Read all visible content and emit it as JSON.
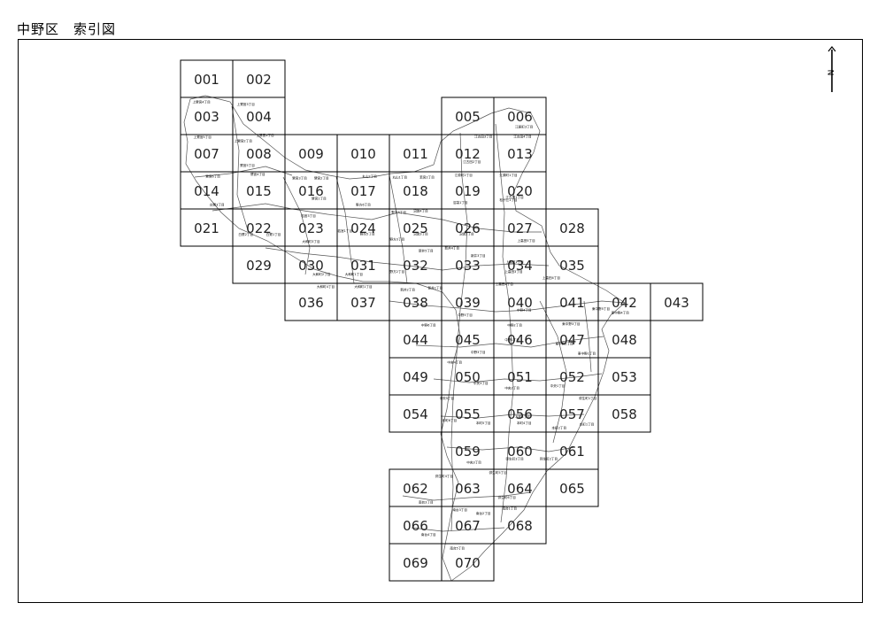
{
  "header": {
    "title": "中野区　索引図"
  },
  "north_arrow": {
    "label": "N"
  },
  "grid": {
    "sheets": [
      {
        "id": "001",
        "col": 0,
        "row": 0
      },
      {
        "id": "002",
        "col": 1,
        "row": 0
      },
      {
        "id": "003",
        "col": 0,
        "row": 1
      },
      {
        "id": "004",
        "col": 1,
        "row": 1
      },
      {
        "id": "005",
        "col": 5,
        "row": 1
      },
      {
        "id": "006",
        "col": 6,
        "row": 1
      },
      {
        "id": "007",
        "col": 0,
        "row": 2
      },
      {
        "id": "008",
        "col": 1,
        "row": 2
      },
      {
        "id": "009",
        "col": 2,
        "row": 2
      },
      {
        "id": "010",
        "col": 3,
        "row": 2
      },
      {
        "id": "011",
        "col": 4,
        "row": 2
      },
      {
        "id": "012",
        "col": 5,
        "row": 2
      },
      {
        "id": "013",
        "col": 6,
        "row": 2
      },
      {
        "id": "014",
        "col": 0,
        "row": 3
      },
      {
        "id": "015",
        "col": 1,
        "row": 3
      },
      {
        "id": "016",
        "col": 2,
        "row": 3
      },
      {
        "id": "017",
        "col": 3,
        "row": 3
      },
      {
        "id": "018",
        "col": 4,
        "row": 3
      },
      {
        "id": "019",
        "col": 5,
        "row": 3
      },
      {
        "id": "020",
        "col": 6,
        "row": 3
      },
      {
        "id": "021",
        "col": 0,
        "row": 4
      },
      {
        "id": "022",
        "col": 1,
        "row": 4
      },
      {
        "id": "023",
        "col": 2,
        "row": 4
      },
      {
        "id": "024",
        "col": 3,
        "row": 4
      },
      {
        "id": "025",
        "col": 4,
        "row": 4
      },
      {
        "id": "026",
        "col": 5,
        "row": 4
      },
      {
        "id": "027",
        "col": 6,
        "row": 4
      },
      {
        "id": "028",
        "col": 7,
        "row": 4
      },
      {
        "id": "029",
        "col": 1,
        "row": 5
      },
      {
        "id": "030",
        "col": 2,
        "row": 5
      },
      {
        "id": "031",
        "col": 3,
        "row": 5
      },
      {
        "id": "032",
        "col": 4,
        "row": 5
      },
      {
        "id": "033",
        "col": 5,
        "row": 5
      },
      {
        "id": "034",
        "col": 6,
        "row": 5
      },
      {
        "id": "035",
        "col": 7,
        "row": 5
      },
      {
        "id": "036",
        "col": 2,
        "row": 6
      },
      {
        "id": "037",
        "col": 3,
        "row": 6
      },
      {
        "id": "038",
        "col": 4,
        "row": 6
      },
      {
        "id": "039",
        "col": 5,
        "row": 6
      },
      {
        "id": "040",
        "col": 6,
        "row": 6
      },
      {
        "id": "041",
        "col": 7,
        "row": 6
      },
      {
        "id": "042",
        "col": 8,
        "row": 6
      },
      {
        "id": "043",
        "col": 9,
        "row": 6
      },
      {
        "id": "044",
        "col": 4,
        "row": 7
      },
      {
        "id": "045",
        "col": 5,
        "row": 7
      },
      {
        "id": "046",
        "col": 6,
        "row": 7
      },
      {
        "id": "047",
        "col": 7,
        "row": 7
      },
      {
        "id": "048",
        "col": 8,
        "row": 7
      },
      {
        "id": "049",
        "col": 4,
        "row": 8
      },
      {
        "id": "050",
        "col": 5,
        "row": 8
      },
      {
        "id": "051",
        "col": 6,
        "row": 8
      },
      {
        "id": "052",
        "col": 7,
        "row": 8
      },
      {
        "id": "053",
        "col": 8,
        "row": 8
      },
      {
        "id": "054",
        "col": 4,
        "row": 9
      },
      {
        "id": "055",
        "col": 5,
        "row": 9
      },
      {
        "id": "056",
        "col": 6,
        "row": 9
      },
      {
        "id": "057",
        "col": 7,
        "row": 9
      },
      {
        "id": "058",
        "col": 8,
        "row": 9
      },
      {
        "id": "059",
        "col": 5,
        "row": 10
      },
      {
        "id": "060",
        "col": 6,
        "row": 10
      },
      {
        "id": "061",
        "col": 7,
        "row": 10
      },
      {
        "id": "062",
        "col": 4,
        "row": 11
      },
      {
        "id": "063",
        "col": 5,
        "row": 11
      },
      {
        "id": "064",
        "col": 6,
        "row": 11
      },
      {
        "id": "065",
        "col": 7,
        "row": 11
      },
      {
        "id": "066",
        "col": 4,
        "row": 12
      },
      {
        "id": "067",
        "col": 5,
        "row": 12
      },
      {
        "id": "068",
        "col": 6,
        "row": 12
      },
      {
        "id": "069",
        "col": 4,
        "row": 13
      },
      {
        "id": "070",
        "col": 5,
        "row": 13
      }
    ]
  },
  "town_labels": [
    {
      "text": "上鷺宮4丁目",
      "col": 0,
      "row": 1,
      "fx": 0.4,
      "fy": 0.15
    },
    {
      "text": "上鷺宮3丁目",
      "col": 1,
      "row": 1,
      "fx": 0.25,
      "fy": 0.22
    },
    {
      "text": "上鷺宮5丁目",
      "col": 0,
      "row": 2,
      "fx": 0.42,
      "fy": 0.1
    },
    {
      "text": "上鷺宮2丁目",
      "col": 1,
      "row": 2,
      "fx": 0.2,
      "fy": 0.2
    },
    {
      "text": "上鷺宮1丁目",
      "col": 1,
      "row": 2,
      "fx": 0.62,
      "fy": 0.05
    },
    {
      "text": "鷺宮5丁目",
      "col": 1,
      "row": 2,
      "fx": 0.28,
      "fy": 0.86
    },
    {
      "text": "鷺宮6丁目",
      "col": 0,
      "row": 3,
      "fx": 0.62,
      "fy": 0.15
    },
    {
      "text": "鷺宮4丁目",
      "col": 1,
      "row": 3,
      "fx": 0.48,
      "fy": 0.1
    },
    {
      "text": "鷺宮3丁目",
      "col": 2,
      "row": 3,
      "fx": 0.28,
      "fy": 0.2
    },
    {
      "text": "鷺宮2丁目",
      "col": 2,
      "row": 3,
      "fx": 0.7,
      "fy": 0.2
    },
    {
      "text": "鷺宮1丁目",
      "col": 2,
      "row": 3,
      "fx": 0.65,
      "fy": 0.75
    },
    {
      "text": "白鷺3丁目",
      "col": 0,
      "row": 3,
      "fx": 0.7,
      "fy": 0.92
    },
    {
      "text": "丸山2丁目",
      "col": 3,
      "row": 3,
      "fx": 0.62,
      "fy": 0.15
    },
    {
      "text": "丸山1丁目",
      "col": 4,
      "row": 3,
      "fx": 0.2,
      "fy": 0.18
    },
    {
      "text": "若宮2丁目",
      "col": 4,
      "row": 3,
      "fx": 0.72,
      "fy": 0.18
    },
    {
      "text": "野方6丁目",
      "col": 3,
      "row": 3,
      "fx": 0.5,
      "fy": 0.92
    },
    {
      "text": "白鷺2丁目",
      "col": 1,
      "row": 4,
      "fx": 0.25,
      "fy": 0.72
    },
    {
      "text": "白鷺1丁目",
      "col": 1,
      "row": 4,
      "fx": 0.78,
      "fy": 0.72
    },
    {
      "text": "若宮3丁目",
      "col": 2,
      "row": 4,
      "fx": 0.45,
      "fy": 0.22
    },
    {
      "text": "若宮1丁目",
      "col": 3,
      "row": 4,
      "fx": 0.15,
      "fy": 0.62
    },
    {
      "text": "野方5丁目",
      "col": 3,
      "row": 4,
      "fx": 0.58,
      "fy": 0.7
    },
    {
      "text": "大和町3丁目",
      "col": 2,
      "row": 4,
      "fx": 0.5,
      "fy": 0.9
    },
    {
      "text": "野方4丁目",
      "col": 4,
      "row": 4,
      "fx": 0.18,
      "fy": 0.12
    },
    {
      "text": "野方3丁目",
      "col": 4,
      "row": 4,
      "fx": 0.15,
      "fy": 0.85
    },
    {
      "text": "沼袋4丁目",
      "col": 4,
      "row": 4,
      "fx": 0.6,
      "fy": 0.08
    },
    {
      "text": "沼袋3丁目",
      "col": 4,
      "row": 4,
      "fx": 0.6,
      "fy": 0.7
    },
    {
      "text": "沼袋2丁目",
      "col": 5,
      "row": 4,
      "fx": 0.48,
      "fy": 0.7
    },
    {
      "text": "江古田3丁目",
      "col": 5,
      "row": 2,
      "fx": 0.8,
      "fy": 0.08
    },
    {
      "text": "江古田4丁目",
      "col": 6,
      "row": 2,
      "fx": 0.55,
      "fy": 0.08
    },
    {
      "text": "江古田2丁目",
      "col": 5,
      "row": 2,
      "fx": 0.58,
      "fy": 0.76
    },
    {
      "text": "江原町3丁目",
      "col": 6,
      "row": 1,
      "fx": 0.58,
      "fy": 0.82
    },
    {
      "text": "江原町2丁目",
      "col": 5,
      "row": 3,
      "fx": 0.42,
      "fy": 0.12
    },
    {
      "text": "江原町1丁目",
      "col": 6,
      "row": 3,
      "fx": 0.28,
      "fy": 0.12
    },
    {
      "text": "江古田1丁目",
      "col": 6,
      "row": 3,
      "fx": 0.4,
      "fy": 0.72
    },
    {
      "text": "松が丘1丁目",
      "col": 6,
      "row": 3,
      "fx": 0.28,
      "fy": 0.78
    },
    {
      "text": "沼袋1丁目",
      "col": 5,
      "row": 3,
      "fx": 0.36,
      "fy": 0.86
    },
    {
      "text": "上高田5丁目",
      "col": 6,
      "row": 4,
      "fx": 0.62,
      "fy": 0.88
    },
    {
      "text": "上高田4丁目",
      "col": 7,
      "row": 5,
      "fx": 0.1,
      "fy": 0.88
    },
    {
      "text": "上高田3丁目",
      "col": 6,
      "row": 5,
      "fx": 0.38,
      "fy": 0.72
    },
    {
      "text": "上高田1丁目",
      "col": 6,
      "row": 5,
      "fx": 0.4,
      "fy": 0.45
    },
    {
      "text": "上高田2丁目",
      "col": 6,
      "row": 6,
      "fx": 0.2,
      "fy": 0.05
    },
    {
      "text": "新井4丁目",
      "col": 5,
      "row": 5,
      "fx": 0.2,
      "fy": 0.08
    },
    {
      "text": "新井5丁目",
      "col": 4,
      "row": 5,
      "fx": 0.7,
      "fy": 0.15
    },
    {
      "text": "新井3丁目",
      "col": 5,
      "row": 5,
      "fx": 0.7,
      "fy": 0.28
    },
    {
      "text": "野方2丁目",
      "col": 4,
      "row": 5,
      "fx": 0.15,
      "fy": 0.72
    },
    {
      "text": "新井2丁目",
      "col": 4,
      "row": 6,
      "fx": 0.35,
      "fy": 0.2
    },
    {
      "text": "新井1丁目",
      "col": 4,
      "row": 6,
      "fx": 0.88,
      "fy": 0.15
    },
    {
      "text": "大和町2丁目",
      "col": 2,
      "row": 5,
      "fx": 0.7,
      "fy": 0.78
    },
    {
      "text": "大和町1丁目",
      "col": 3,
      "row": 5,
      "fx": 0.32,
      "fy": 0.78
    },
    {
      "text": "大和町4丁目",
      "col": 2,
      "row": 6,
      "fx": 0.78,
      "fy": 0.12
    },
    {
      "text": "大和町1丁目",
      "col": 3,
      "row": 6,
      "fx": 0.5,
      "fy": 0.12
    },
    {
      "text": "中野5丁目",
      "col": 5,
      "row": 6,
      "fx": 0.45,
      "fy": 0.88
    },
    {
      "text": "中野4丁目",
      "col": 6,
      "row": 6,
      "fx": 0.58,
      "fy": 0.75
    },
    {
      "text": "東中野5丁目",
      "col": 8,
      "row": 6,
      "fx": 0.05,
      "fy": 0.72
    },
    {
      "text": "東中野4丁目",
      "col": 8,
      "row": 6,
      "fx": 0.42,
      "fy": 0.82
    },
    {
      "text": "中野6丁目",
      "col": 4,
      "row": 7,
      "fx": 0.75,
      "fy": 0.15
    },
    {
      "text": "中野3丁目",
      "col": 5,
      "row": 7,
      "fx": 0.7,
      "fy": 0.88
    },
    {
      "text": "中野2丁目",
      "col": 6,
      "row": 7,
      "fx": 0.4,
      "fy": 0.15
    },
    {
      "text": "中野1丁目",
      "col": 6,
      "row": 7,
      "fx": 0.35,
      "fy": 0.55
    },
    {
      "text": "東中野3丁目",
      "col": 7,
      "row": 7,
      "fx": 0.48,
      "fy": 0.12
    },
    {
      "text": "東中野2丁目",
      "col": 7,
      "row": 7,
      "fx": 0.35,
      "fy": 0.65
    },
    {
      "text": "東中野1丁目",
      "col": 7,
      "row": 7,
      "fx": 0.78,
      "fy": 0.92
    },
    {
      "text": "中央4丁目",
      "col": 5,
      "row": 8,
      "fx": 0.25,
      "fy": 0.15
    },
    {
      "text": "中央3丁目",
      "col": 5,
      "row": 8,
      "fx": 0.75,
      "fy": 0.72
    },
    {
      "text": "中央2丁目",
      "col": 6,
      "row": 8,
      "fx": 0.35,
      "fy": 0.85
    },
    {
      "text": "中央1丁目",
      "col": 7,
      "row": 8,
      "fx": 0.22,
      "fy": 0.78
    },
    {
      "text": "中央5丁目",
      "col": 5,
      "row": 9,
      "fx": 0.1,
      "fy": 0.12
    },
    {
      "text": "本町6丁目",
      "col": 5,
      "row": 9,
      "fx": 0.15,
      "fy": 0.72
    },
    {
      "text": "本町5丁目",
      "col": 5,
      "row": 9,
      "fx": 0.8,
      "fy": 0.78
    },
    {
      "text": "本町4丁目",
      "col": 6,
      "row": 9,
      "fx": 0.58,
      "fy": 0.78
    },
    {
      "text": "本町3丁目",
      "col": 6,
      "row": 9,
      "fx": 0.55,
      "fy": 0.62
    },
    {
      "text": "本町2丁目",
      "col": 7,
      "row": 9,
      "fx": 0.25,
      "fy": 0.92
    },
    {
      "text": "本町1丁目",
      "col": 7,
      "row": 9,
      "fx": 0.78,
      "fy": 0.82
    },
    {
      "text": "弥生町1丁目",
      "col": 7,
      "row": 9,
      "fx": 0.8,
      "fy": 0.12
    },
    {
      "text": "弥生町2丁目",
      "col": 7,
      "row": 10,
      "fx": 0.05,
      "fy": 0.75
    },
    {
      "text": "弥生町3丁目",
      "col": 6,
      "row": 10,
      "fx": 0.4,
      "fy": 0.75
    },
    {
      "text": "弥生町4丁目",
      "col": 5,
      "row": 11,
      "fx": 0.05,
      "fy": 0.22
    },
    {
      "text": "弥生町5丁目",
      "col": 6,
      "row": 11,
      "fx": 0.08,
      "fy": 0.12
    },
    {
      "text": "弥生町6丁目",
      "col": 6,
      "row": 11,
      "fx": 0.25,
      "fy": 0.78
    },
    {
      "text": "南台1丁目",
      "col": 6,
      "row": 12,
      "fx": 0.3,
      "fy": 0.08
    },
    {
      "text": "南台2丁目",
      "col": 5,
      "row": 12,
      "fx": 0.8,
      "fy": 0.22
    },
    {
      "text": "南台3丁目",
      "col": 5,
      "row": 12,
      "fx": 0.35,
      "fy": 0.12
    },
    {
      "text": "南台4丁目",
      "col": 4,
      "row": 12,
      "fx": 0.75,
      "fy": 0.78
    },
    {
      "text": "南台5丁目",
      "col": 5,
      "row": 13,
      "fx": 0.3,
      "fy": 0.15
    },
    {
      "text": "南台3丁目",
      "col": 4,
      "row": 11,
      "fx": 0.7,
      "fy": 0.92
    },
    {
      "text": "中央3丁目",
      "col": 5,
      "row": 10,
      "fx": 0.62,
      "fy": 0.85
    }
  ]
}
